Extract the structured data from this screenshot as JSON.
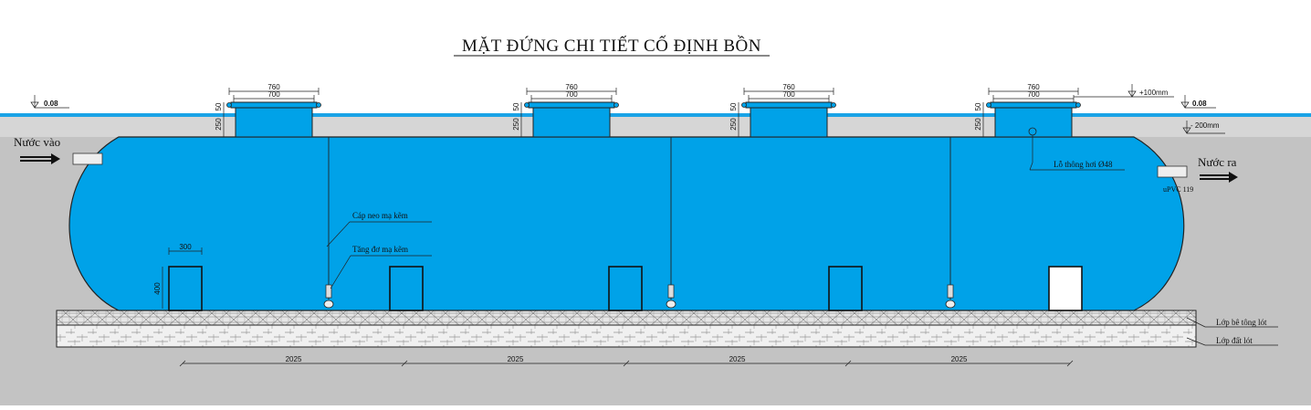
{
  "title": "MẶT ĐỨNG CHI TIẾT CỐ ĐỊNH BỒN",
  "levels": {
    "left_ground": "0.08",
    "right_ground": "0.08",
    "top_offset": "+100mm",
    "bottom_offset": "- 200mm"
  },
  "manhole_dims": {
    "outer": "760",
    "inner": "700",
    "flange": "50",
    "neck": "250"
  },
  "labels": {
    "inlet": "Nước vào",
    "outlet": "Nước ra",
    "vent": "Lỗ thông hơi Ø48",
    "pipe": "uPVC 119",
    "cable": "Cáp neo mạ kẽm",
    "turnbuckle": "Tăng đơ mạ kẽm",
    "concrete_layer": "Lớp bê tông lót",
    "soil_layer": "Lớp đất lót"
  },
  "baffle_dims": {
    "width": "300",
    "height": "400"
  },
  "spacing": [
    "2025",
    "2025",
    "2025",
    "2025"
  ],
  "colors": {
    "tank": "#00a2e8",
    "water_line": "#19a3e6",
    "ground": "#c3c3c3",
    "backfill": "#d3d3d3"
  }
}
